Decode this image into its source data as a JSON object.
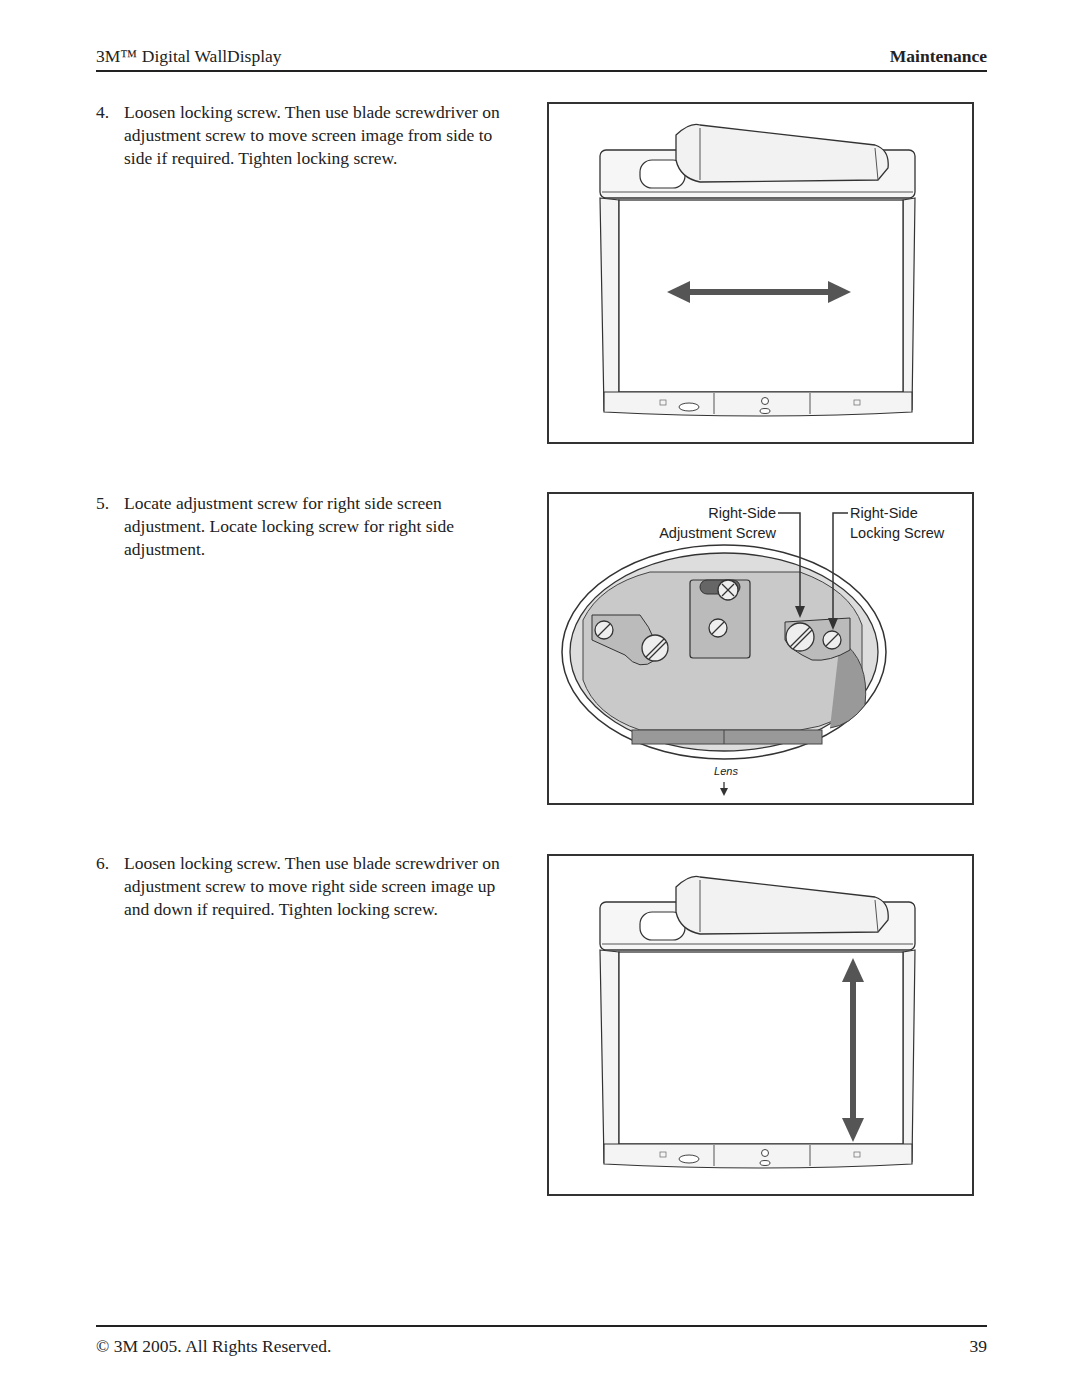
{
  "diagram": {
    "labels": [
      "3M™ Digital WallDisplay",
      "Maintenance",
      "4.",
      "Loosen locking screw. Then use blade screwdriver on adjustment screw to move screen image from side to side if required. Tighten locking screw.",
      "5.",
      "Locate adjustment screw for right side screen adjustment. Locate locking screw for right side adjustment.",
      "6.",
      "Loosen locking screw. Then use blade screwdriver on adjustment screw to move right side screen image up and down if required. Tighten locking screw.",
      "Right-Side Adjustment Screw",
      "Right-Side Locking Screw",
      "Lens",
      "© 3M 2005. All Rights Reserved.",
      "39"
    ]
  }
}
